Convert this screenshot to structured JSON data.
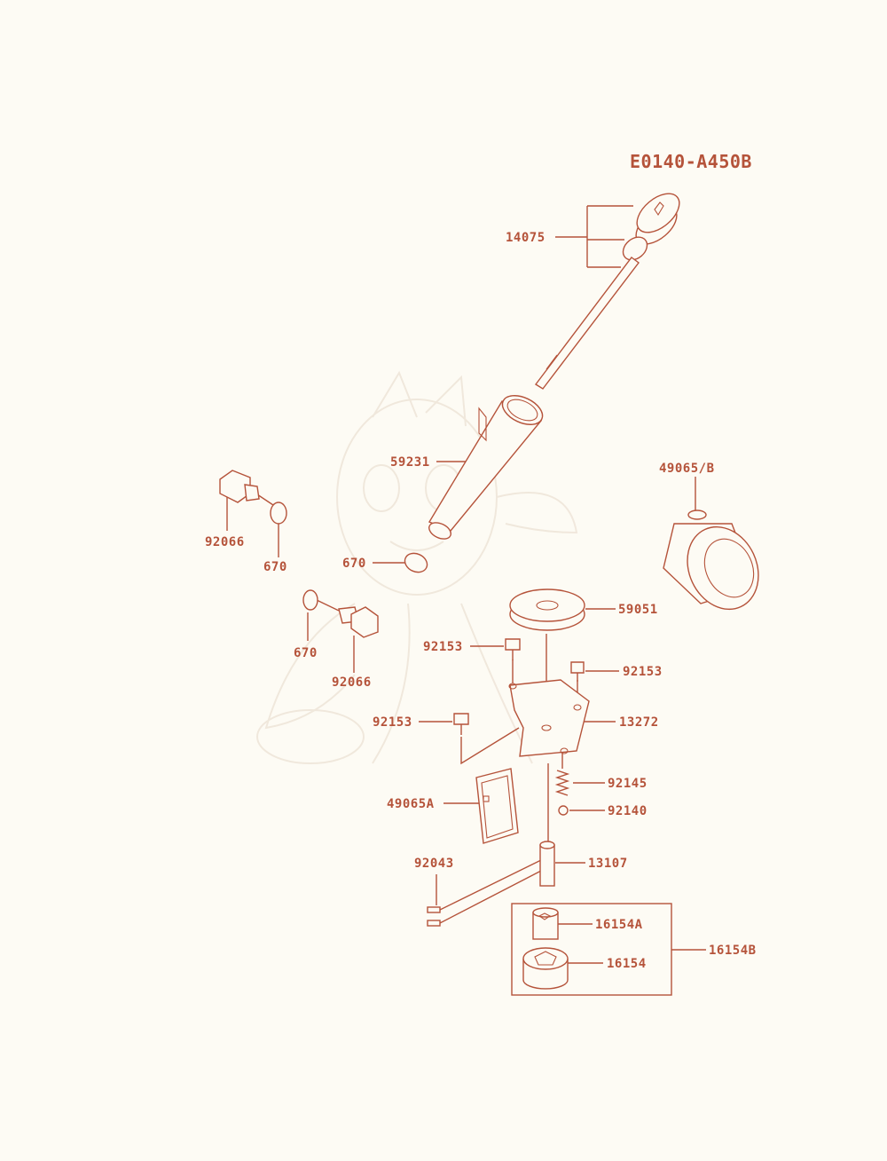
{
  "diagram_code": "E0140-A450B",
  "colors": {
    "ink": "#b5533a",
    "paper": "#fdfbf4",
    "watermark": "#efe6da"
  },
  "parts": {
    "p14075": "14075",
    "p59231": "59231",
    "p49065b": "49065/B",
    "p92066a": "92066",
    "p670a": "670",
    "p670b": "670",
    "p670c": "670",
    "p92066b": "92066",
    "p59051": "59051",
    "p92153a": "92153",
    "p92153b": "92153",
    "p92153c": "92153",
    "p13272": "13272",
    "p92145": "92145",
    "p92140": "92140",
    "p49065a": "49065A",
    "p92043": "92043",
    "p13107": "13107",
    "p16154a": "16154A",
    "p16154": "16154",
    "p16154b": "16154B"
  }
}
